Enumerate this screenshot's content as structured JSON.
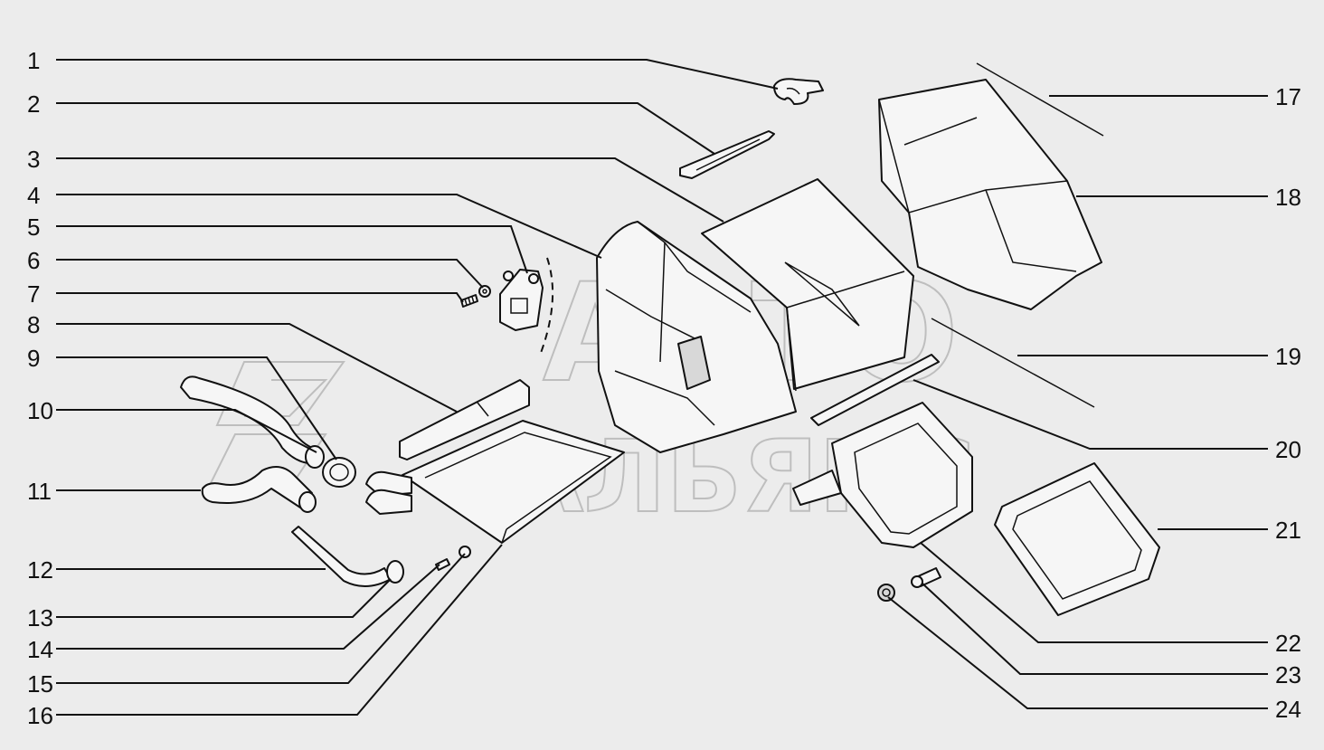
{
  "watermark": {
    "line1": "АВТО",
    "line2": "АЛЬЯНС"
  },
  "callouts_left": [
    {
      "number": "1"
    },
    {
      "number": "2"
    },
    {
      "number": "3"
    },
    {
      "number": "4"
    },
    {
      "number": "5"
    },
    {
      "number": "6"
    },
    {
      "number": "7"
    },
    {
      "number": "8"
    },
    {
      "number": "9"
    },
    {
      "number": "10"
    },
    {
      "number": "11"
    },
    {
      "number": "12"
    },
    {
      "number": "13"
    },
    {
      "number": "14"
    },
    {
      "number": "15"
    },
    {
      "number": "16"
    }
  ],
  "callouts_right": [
    {
      "number": "17"
    },
    {
      "number": "18"
    },
    {
      "number": "19"
    },
    {
      "number": "20"
    },
    {
      "number": "21"
    },
    {
      "number": "22"
    },
    {
      "number": "23"
    },
    {
      "number": "24"
    }
  ]
}
